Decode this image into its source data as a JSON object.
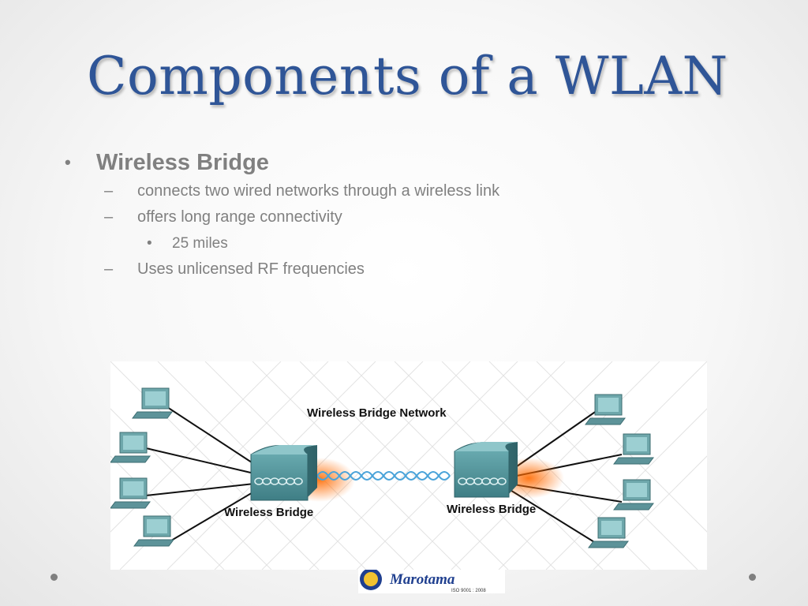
{
  "slide": {
    "title": "Components of a WLAN",
    "bullets": {
      "level1": {
        "mark": "•",
        "text": "Wireless Bridge"
      },
      "level2": [
        {
          "mark": "–",
          "text": "connects two wired networks through a wireless link"
        },
        {
          "mark": "–",
          "text": "offers long range connectivity"
        }
      ],
      "level3": {
        "mark": "•",
        "text": "25 miles"
      },
      "level2_last": {
        "mark": "–",
        "text": "Uses unlicensed RF frequencies"
      }
    }
  },
  "diagram": {
    "caption": "Wireless Bridge Network",
    "left_bridge_label": "Wireless Bridge",
    "right_bridge_label": "Wireless Bridge"
  },
  "logo": {
    "brand_text": "Marotama",
    "cert_text": "ISO 9001 : 2008"
  },
  "colors": {
    "title": "#2f5597",
    "bullet_text": "#808080",
    "device": "#5b9aa0",
    "signal": "#4aa3d9",
    "glow": "#ff6a00"
  }
}
